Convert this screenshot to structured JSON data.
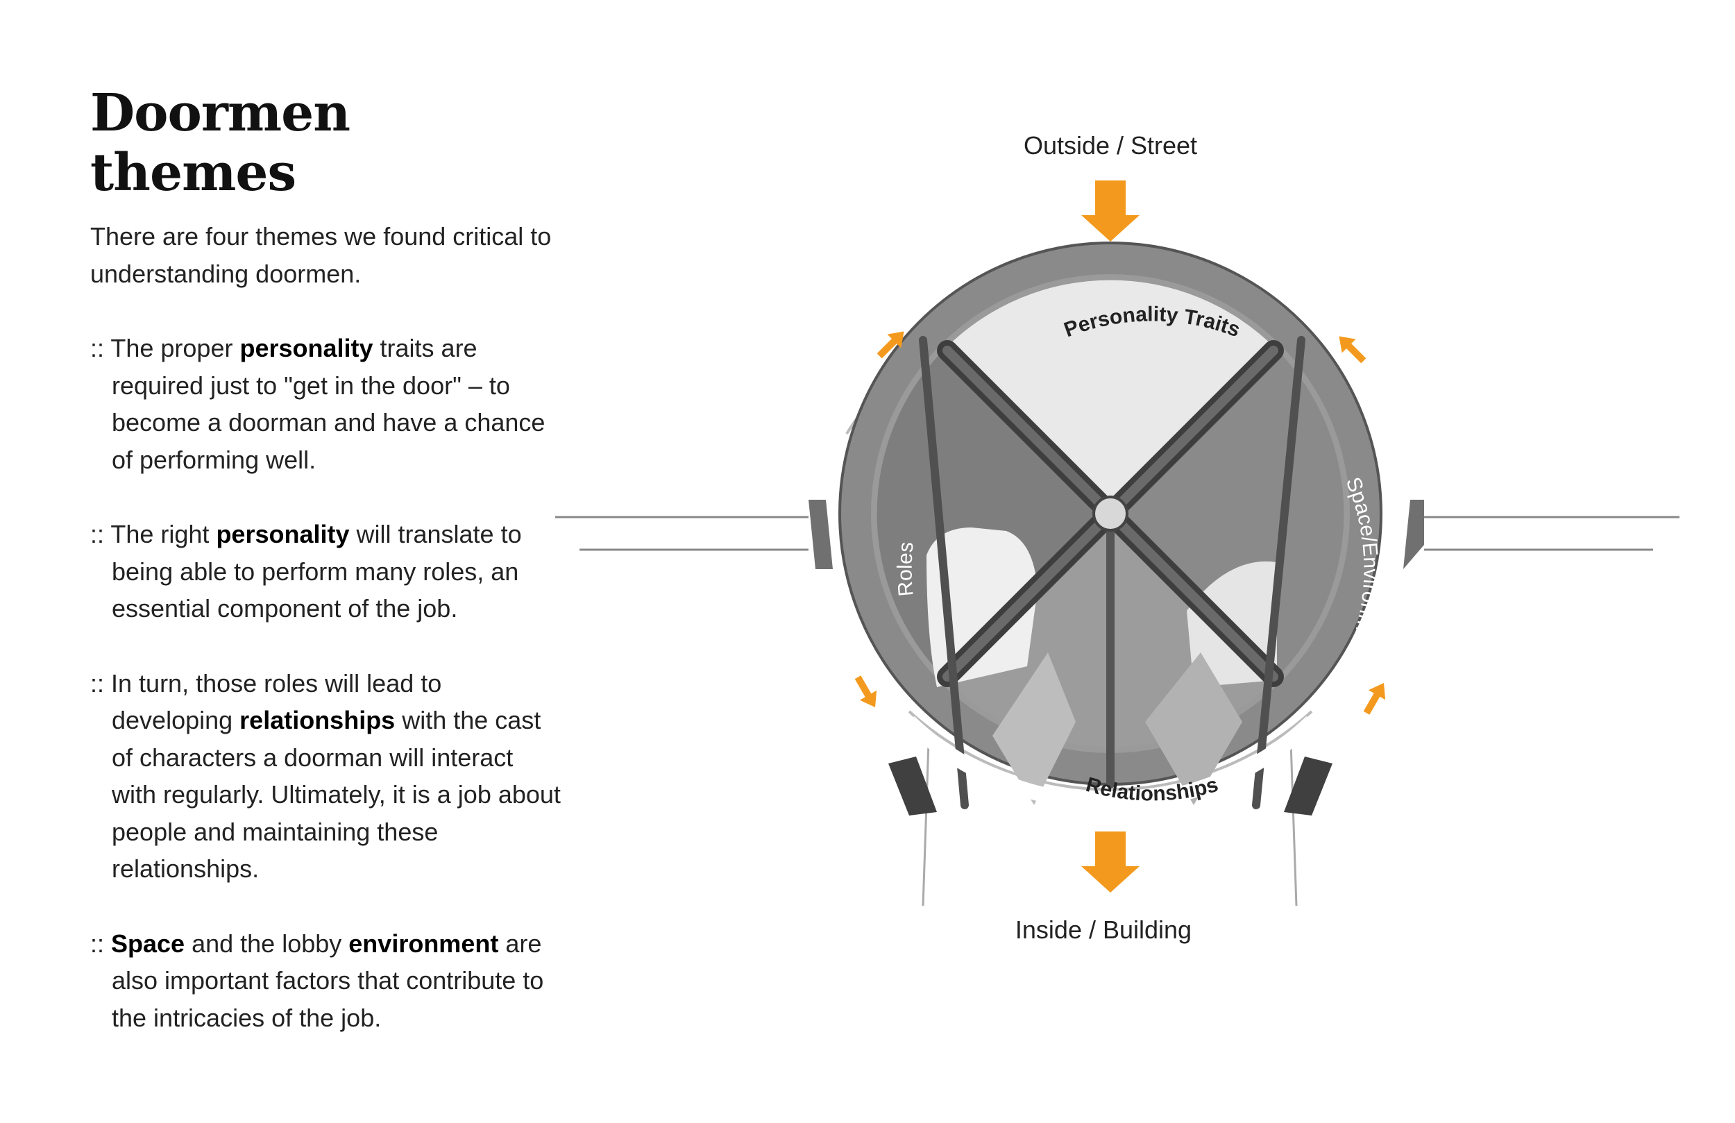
{
  "title": "Doormen themes",
  "intro": "There are four themes we found critical to understanding doormen.",
  "bullet_prefix": ":: ",
  "items": [
    [
      {
        "t": "The proper ",
        "b": false
      },
      {
        "t": "personality",
        "b": true
      },
      {
        "t": " traits are required just to \"get in the door\" – to become a doorman and have a chance of performing well.",
        "b": false
      }
    ],
    [
      {
        "t": "The right ",
        "b": false
      },
      {
        "t": "personality",
        "b": true
      },
      {
        "t": " will translate to being able to perform many roles, an essential component of the job.",
        "b": false
      }
    ],
    [
      {
        "t": "In turn, those roles will lead to developing ",
        "b": false
      },
      {
        "t": "relationships",
        "b": true
      },
      {
        "t": " with the cast of characters a doorman will interact with regularly. Ultimately, it is a job about people and maintaining these relationships.",
        "b": false
      }
    ],
    [
      {
        "t": "Space",
        "b": true
      },
      {
        "t": " and the lobby ",
        "b": false
      },
      {
        "t": "environment",
        "b": true
      },
      {
        "t": " are also important factors that contribute to the intricacies of the job.",
        "b": false
      }
    ]
  ],
  "diagram": {
    "top_label": "Outside / Street",
    "bottom_label": "Inside / Building",
    "quadrants": {
      "top": "Personality Traits",
      "left": "Roles",
      "right": "Space/Environment",
      "bottom": "Relationships"
    },
    "arrow_color": "#f39a1e"
  }
}
